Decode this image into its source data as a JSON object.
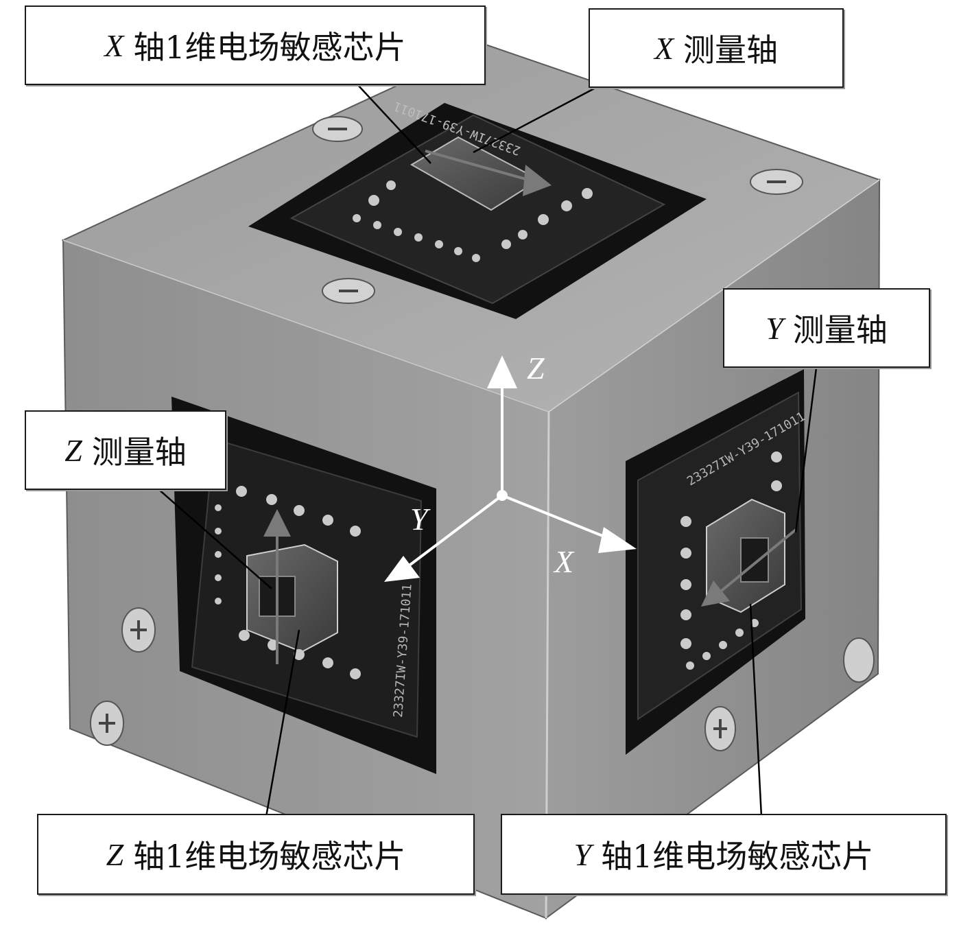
{
  "callouts": {
    "x_chip": {
      "var": "X",
      "text": "轴1维电场敏感芯片"
    },
    "x_measure": {
      "var": "X",
      "text": "测量轴"
    },
    "y_measure": {
      "var": "Y",
      "text": "测量轴"
    },
    "z_measure": {
      "var": "Z",
      "text": "测量轴"
    },
    "z_chip": {
      "var": "Z",
      "text": "轴1维电场敏感芯片"
    },
    "y_chip": {
      "var": "Y",
      "text": "轴1维电场敏感芯片"
    }
  },
  "axes": {
    "x": "X",
    "y": "Y",
    "z": "Z"
  },
  "board_labels": {
    "top": "23327IW-Y39-171011",
    "left": "23327IW-Y39-171011",
    "right": "23327IW-Y39-171011"
  },
  "colors": {
    "metal_light": "#a9a9a9",
    "metal_mid": "#8c8c8c",
    "metal_dark": "#6e6e6e",
    "pcb": "#1e1e1e",
    "axis": "#ffffff",
    "leader": "#000000"
  }
}
